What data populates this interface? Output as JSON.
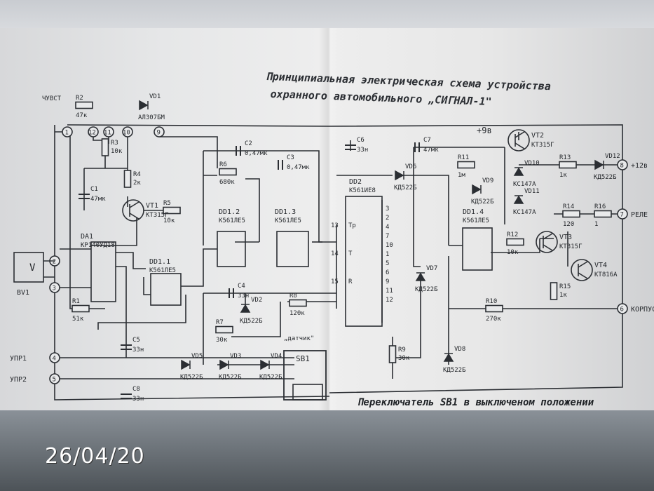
{
  "title": {
    "line1": "Принципиальная электрическая схема устройства",
    "line2": "охранного автомобильного „СИГНАЛ-1\""
  },
  "caption": "Переключатель SB1 в выключеном положении",
  "photo_date": "26/04/20",
  "supply_label": "+9в",
  "terminals": [
    {
      "id": "1",
      "label": ""
    },
    {
      "id": "12",
      "label": ""
    },
    {
      "id": "11",
      "label": ""
    },
    {
      "id": "10",
      "label": ""
    },
    {
      "id": "9",
      "label": ""
    },
    {
      "id": "2",
      "label": ""
    },
    {
      "id": "3",
      "label": ""
    },
    {
      "id": "4",
      "label": "УПР1"
    },
    {
      "id": "5",
      "label": "УПР2"
    },
    {
      "id": "8",
      "label": "+12в"
    },
    {
      "id": "7",
      "label": "РЕЛЕ"
    },
    {
      "id": "6",
      "label": "КОРПУС"
    }
  ],
  "components": [
    {
      "ref": "R2",
      "value": "47к"
    },
    {
      "ref": "ЧУВСТ",
      "value": ""
    },
    {
      "ref": "VD1",
      "value": "АЛ307БМ"
    },
    {
      "ref": "R3",
      "value": "10к"
    },
    {
      "ref": "R4",
      "value": "2к"
    },
    {
      "ref": "C1",
      "value": "47мк"
    },
    {
      "ref": "VT1",
      "value": "КТ315Г"
    },
    {
      "ref": "DA1",
      "value": "КР140УД18"
    },
    {
      "ref": "R5",
      "value": "10к"
    },
    {
      "ref": "DD1.1",
      "value": "К561ЛЕ5"
    },
    {
      "ref": "R1",
      "value": "51к"
    },
    {
      "ref": "C5",
      "value": "33н"
    },
    {
      "ref": "BV1",
      "value": ""
    },
    {
      "ref": "C2",
      "value": "0,47мк"
    },
    {
      "ref": "C3",
      "value": "0,47мк"
    },
    {
      "ref": "R6",
      "value": "680к"
    },
    {
      "ref": "DD1.2",
      "value": "К561ЛЕ5"
    },
    {
      "ref": "DD1.3",
      "value": "К561ЛЕ5"
    },
    {
      "ref": "C4",
      "value": "33н"
    },
    {
      "ref": "VD2",
      "value": "КД522Б"
    },
    {
      "ref": "R7",
      "value": "30к"
    },
    {
      "ref": "R8",
      "value": "120к"
    },
    {
      "ref": "VD5",
      "value": "КД522Б"
    },
    {
      "ref": "VD3",
      "value": "КД522Б"
    },
    {
      "ref": "VD4",
      "value": "КД522Б"
    },
    {
      "ref": "SB1",
      "value": "„датчик\""
    },
    {
      "ref": "C8",
      "value": "33н"
    },
    {
      "ref": "C6",
      "value": "33н"
    },
    {
      "ref": "DD2",
      "value": "К561ИЕ8"
    },
    {
      "ref": "VD6",
      "value": "КД522Б"
    },
    {
      "ref": "VD7",
      "value": "КД522Б"
    },
    {
      "ref": "R9",
      "value": "30к"
    },
    {
      "ref": "VD8",
      "value": "КД522Б"
    },
    {
      "ref": "C7",
      "value": "47мк"
    },
    {
      "ref": "R11",
      "value": "1м"
    },
    {
      "ref": "VD9",
      "value": "КД522Б"
    },
    {
      "ref": "DD1.4",
      "value": "К561ЛЕ5"
    },
    {
      "ref": "R12",
      "value": "10к"
    },
    {
      "ref": "R10",
      "value": "270к"
    },
    {
      "ref": "VT2",
      "value": "КТ315Г"
    },
    {
      "ref": "VD10",
      "value": "КС147А"
    },
    {
      "ref": "VD11",
      "value": "КС147А"
    },
    {
      "ref": "R13",
      "value": "1к"
    },
    {
      "ref": "VD12",
      "value": "КД522Б"
    },
    {
      "ref": "R14",
      "value": "120"
    },
    {
      "ref": "R16",
      "value": "1"
    },
    {
      "ref": "VT3",
      "value": "КТ315Г"
    },
    {
      "ref": "VT4",
      "value": "КТ816А"
    },
    {
      "ref": "R15",
      "value": "1к"
    }
  ],
  "ic_pins": {
    "dd2_outputs": [
      "3",
      "2",
      "4",
      "7",
      "10",
      "1",
      "5",
      "6",
      "9",
      "11",
      "12"
    ],
    "dd2_inputs": [
      "13",
      "14",
      "15"
    ],
    "dd2_input_labels": [
      "Tp",
      "T",
      "R"
    ]
  }
}
